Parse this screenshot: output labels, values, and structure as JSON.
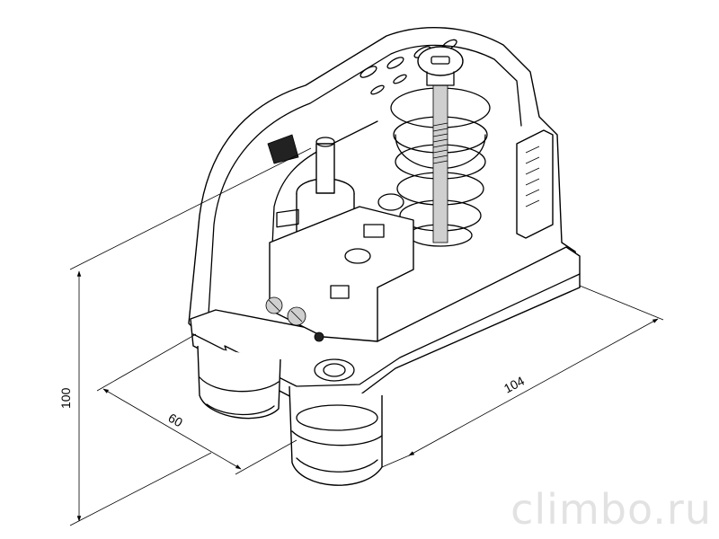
{
  "dimensions": {
    "height": "100",
    "depth": "60",
    "width": "104"
  },
  "watermark": "climbo.ru"
}
